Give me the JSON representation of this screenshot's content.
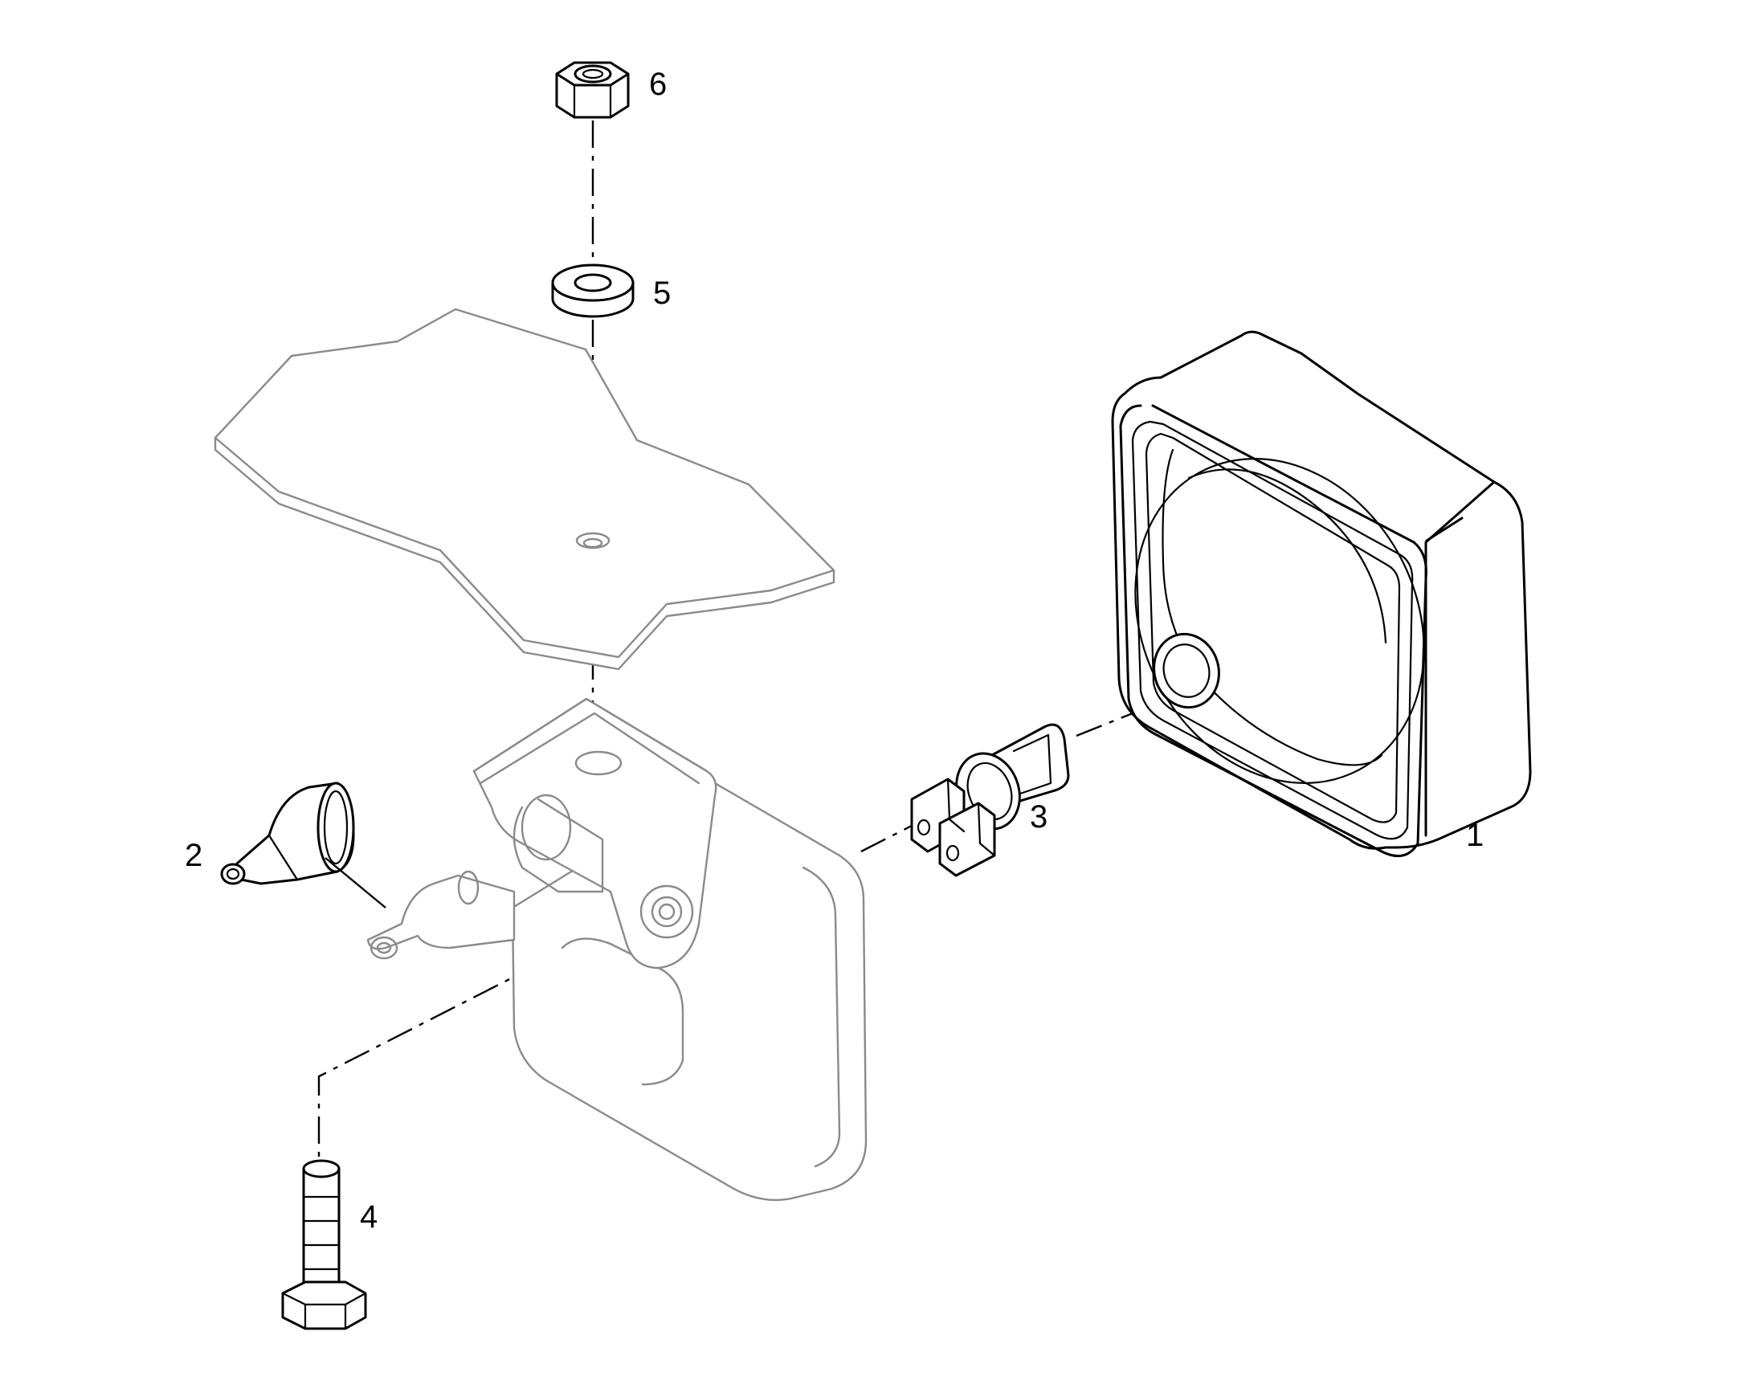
{
  "callouts": {
    "part_1": "1",
    "part_2": "2",
    "part_3": "3",
    "part_4": "4",
    "part_5": "5",
    "part_6": "6"
  },
  "colors": {
    "line": "#000000",
    "ghost_line": "#8a8a8a",
    "background": "#ffffff"
  }
}
